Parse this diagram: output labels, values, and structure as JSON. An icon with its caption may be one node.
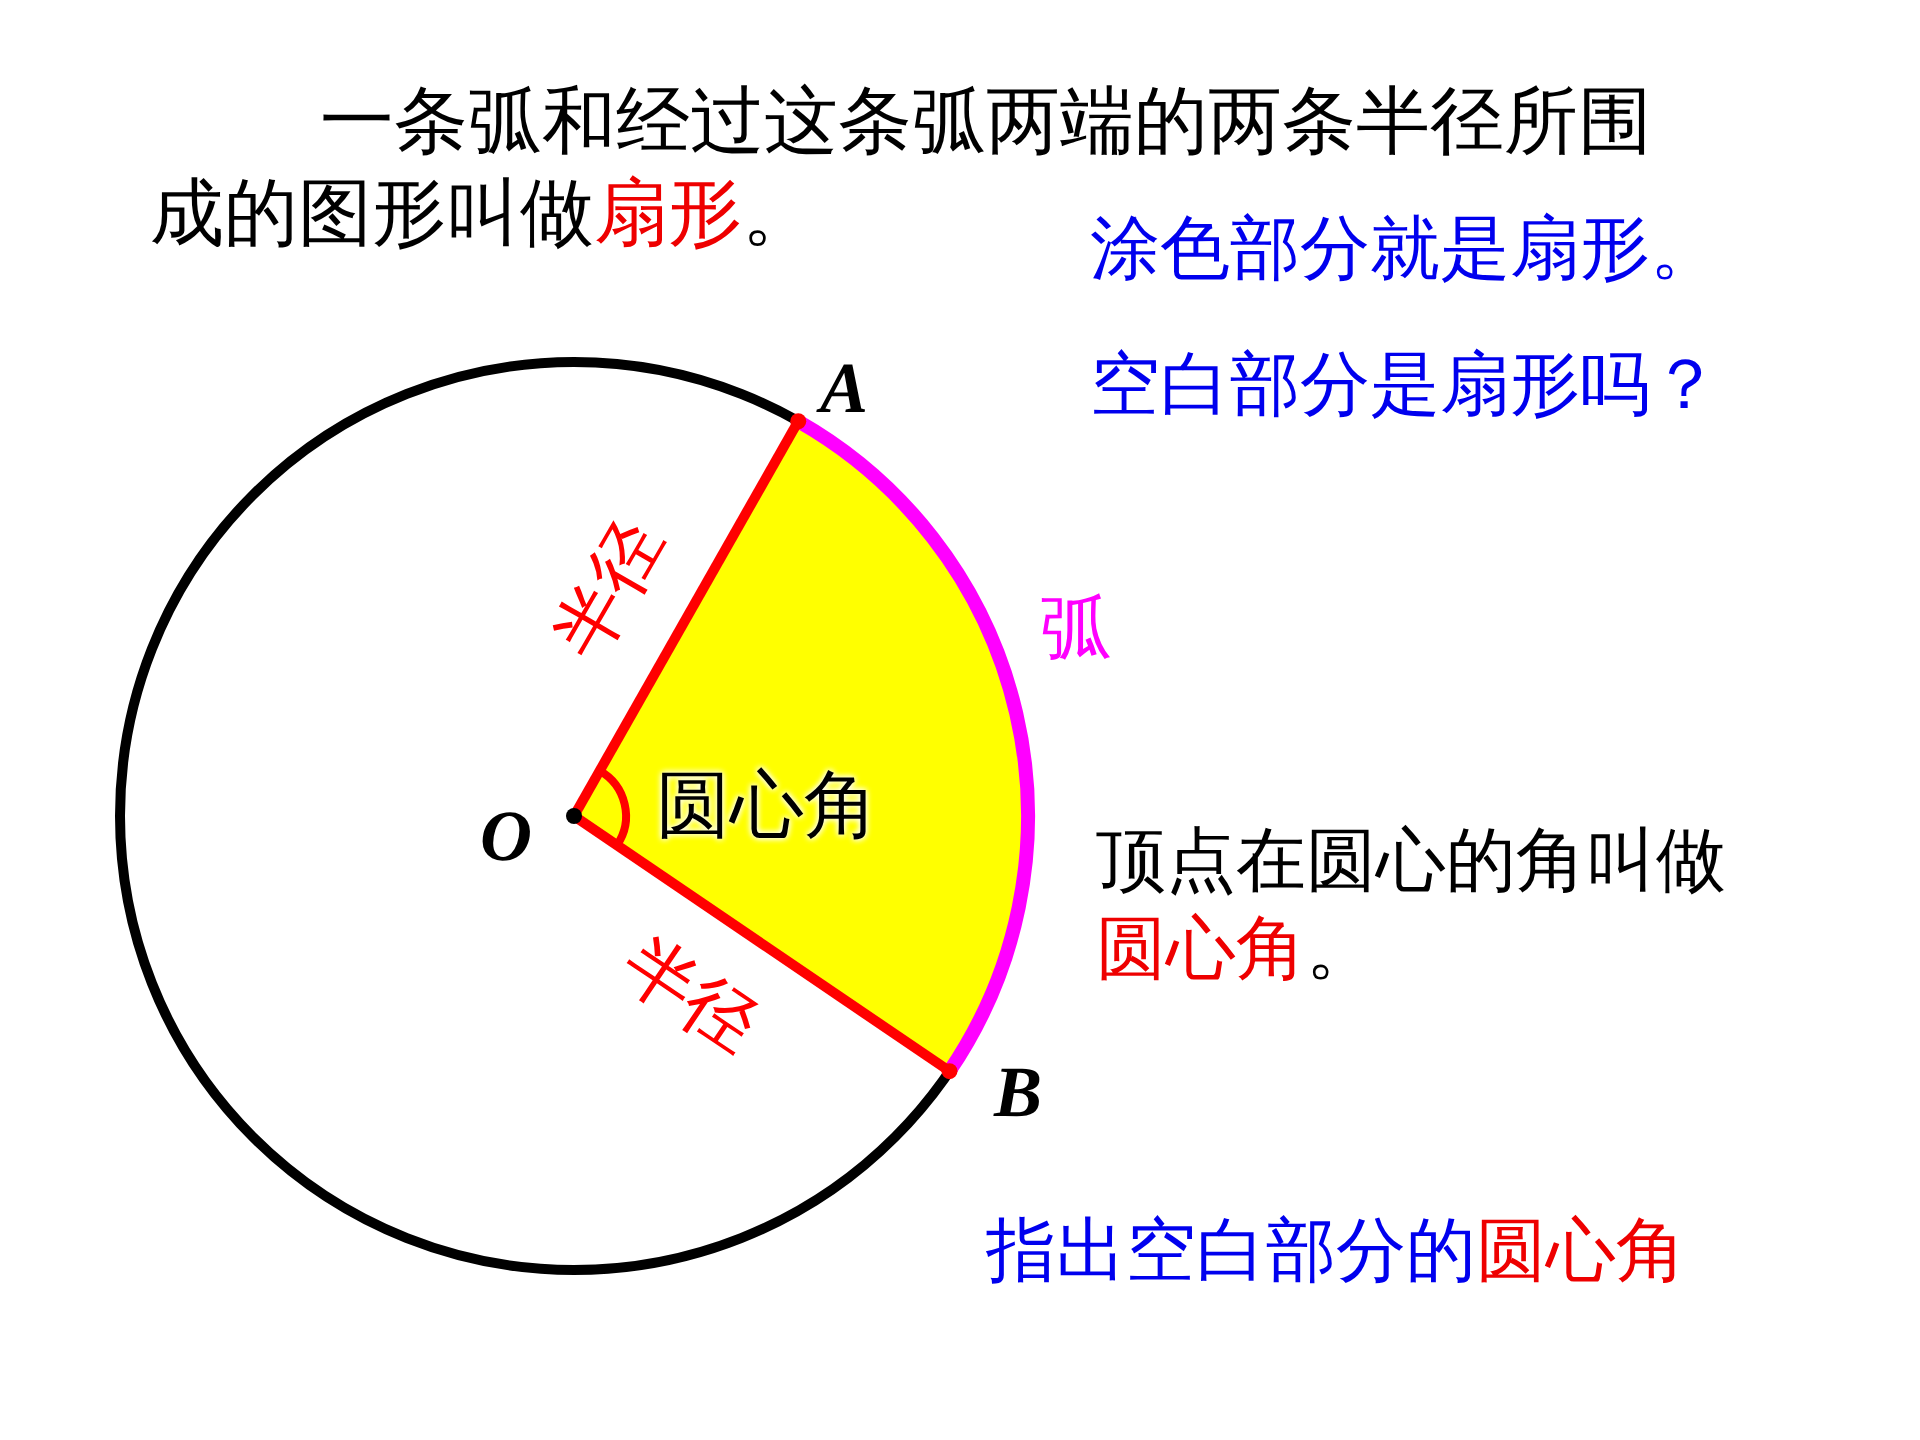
{
  "diagram": {
    "labels": [
      "一条弧和经过这条弧两端的两条半径所围成的图形叫做**扇形**。",
      "涂色部分就是扇形。",
      "空白部分是扇形吗？",
      "A",
      "半径",
      "弧",
      "O",
      "圆心角",
      "顶点在圆心的角叫做**圆心角**。",
      "半径",
      "B",
      "指出空白部分的**圆心角**"
    ]
  }
}
